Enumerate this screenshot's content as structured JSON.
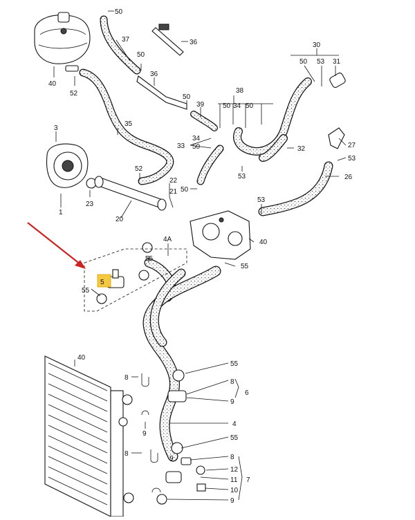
{
  "colors": {
    "hose_texture": "#d9d9d9",
    "highlight_box": "#f5c842",
    "arrow": "#cc2222"
  },
  "labels": {
    "l50a": "50",
    "l37": "37",
    "l50b": "50",
    "l36": "36",
    "l40a": "40",
    "l52a": "52",
    "l36b": "36",
    "l50c": "50",
    "l39": "39",
    "l38": "38",
    "l50d": "50",
    "l34a": "34",
    "l50e": "50",
    "l35": "35",
    "l34b": "34",
    "l50f": "50",
    "l33": "33",
    "l30": "30",
    "l50g": "50",
    "l53a": "53",
    "l31": "31",
    "l32": "32",
    "l3": "3",
    "l27": "27",
    "l53b": "53",
    "l53c": "53",
    "l52b": "52",
    "l22": "22",
    "l21": "21",
    "l50h": "50",
    "l26": "26",
    "l1": "1",
    "l23": "23",
    "l20": "20",
    "l53d": "53",
    "l4A": "4A",
    "l40b": "40",
    "l55a": "55",
    "l55b": "55",
    "l55c": "55",
    "l40c": "40",
    "l55d": "55",
    "l8a": "8",
    "l8b": "8",
    "l6": "6",
    "l9a": "9",
    "l9b": "9",
    "l4": "4",
    "l55e": "55",
    "l8c": "8",
    "l8d": "8",
    "l12": "12",
    "l7": "7",
    "l11": "11",
    "l10": "10",
    "l9c": "9",
    "l9d": "9",
    "l5": "5"
  }
}
